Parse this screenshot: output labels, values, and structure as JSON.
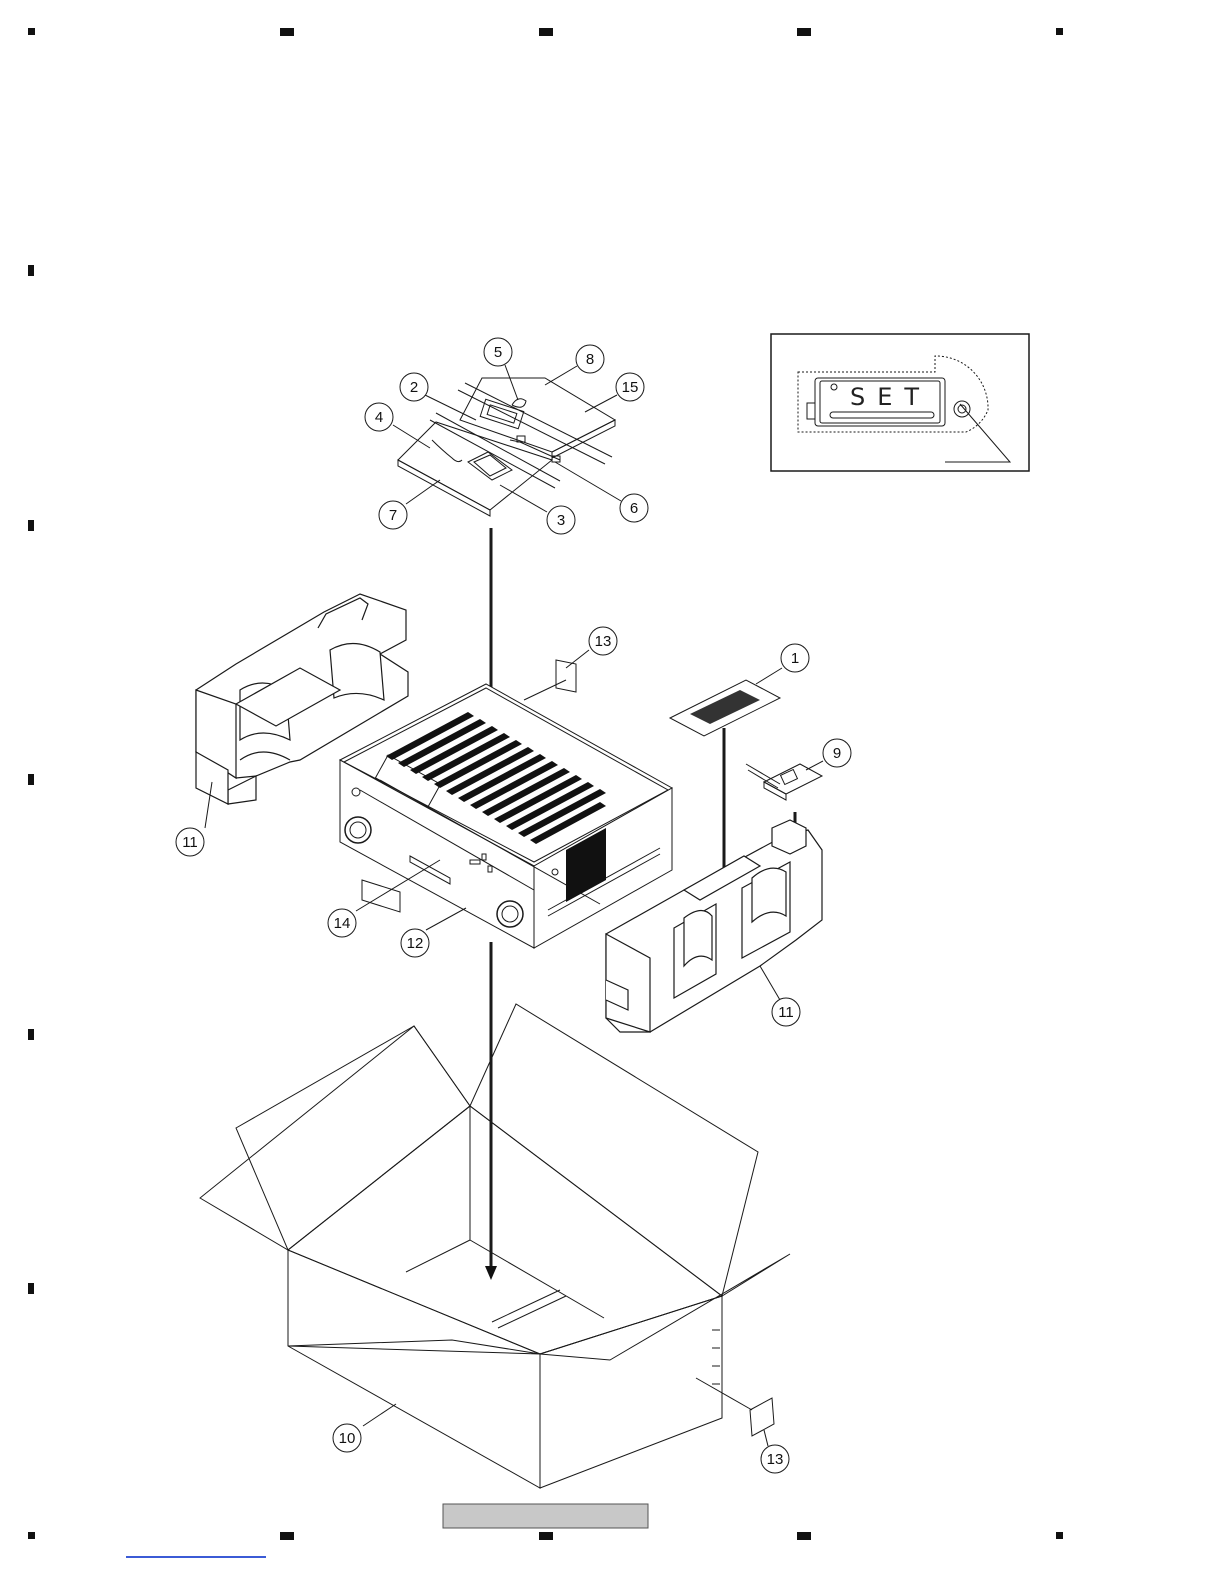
{
  "diagram": {
    "inset_label": "SET",
    "callouts": [
      {
        "id": "c1",
        "number": "1"
      },
      {
        "id": "c2",
        "number": "2"
      },
      {
        "id": "c3",
        "number": "3"
      },
      {
        "id": "c4",
        "number": "4"
      },
      {
        "id": "c5",
        "number": "5"
      },
      {
        "id": "c6",
        "number": "6"
      },
      {
        "id": "c7",
        "number": "7"
      },
      {
        "id": "c8",
        "number": "8"
      },
      {
        "id": "c9",
        "number": "9"
      },
      {
        "id": "c10",
        "number": "10"
      },
      {
        "id": "c11a",
        "number": "11"
      },
      {
        "id": "c11b",
        "number": "11"
      },
      {
        "id": "c12",
        "number": "12"
      },
      {
        "id": "c13a",
        "number": "13"
      },
      {
        "id": "c13b",
        "number": "13"
      },
      {
        "id": "c14",
        "number": "14"
      },
      {
        "id": "c15",
        "number": "15"
      }
    ]
  },
  "colors": {
    "line": "#1a1a1a",
    "footer_bar": "#c8c8c8",
    "link": "#3b5bd6"
  }
}
